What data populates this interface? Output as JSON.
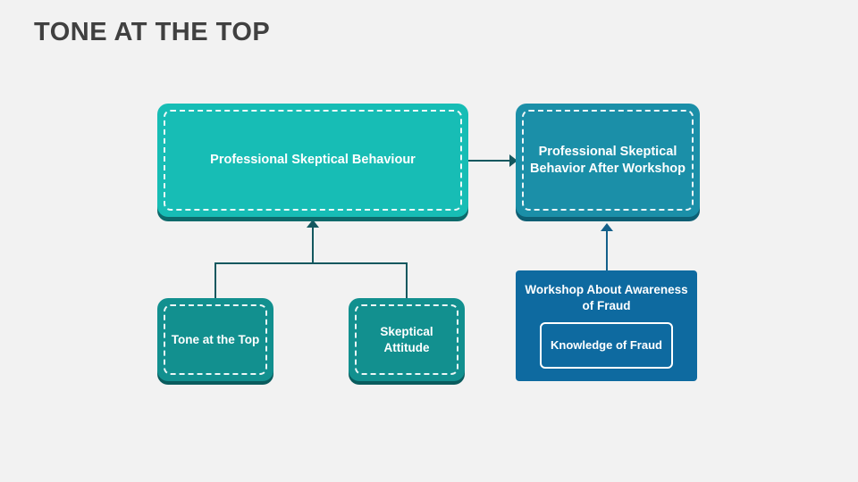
{
  "page": {
    "title": "TONE AT THE TOP",
    "background_color": "#f2f2f2",
    "title_color": "#404040"
  },
  "diagram": {
    "nodes": [
      {
        "id": "professional-skeptical-behaviour",
        "label": "Professional Skeptical Behaviour",
        "color": "#17bdb5",
        "shadow_color": "#0d6a6b"
      },
      {
        "id": "behavior-after-workshop",
        "label": "Professional Skeptical Behavior After Workshop",
        "color": "#1b8fa8",
        "shadow_color": "#0d5f74"
      },
      {
        "id": "tone-at-the-top",
        "label": "Tone at the Top",
        "color": "#12908f",
        "shadow_color": "#0a5c5e"
      },
      {
        "id": "skeptical-attitude",
        "label": "Skeptical Attitude",
        "color": "#12908f",
        "shadow_color": "#0a5c5e"
      },
      {
        "id": "workshop-about-fraud",
        "label": "Workshop About Awareness of Fraud",
        "color": "#0e6aa0",
        "inner_label": "Knowledge of Fraud"
      }
    ],
    "connectors": [
      {
        "from": "professional-skeptical-behaviour",
        "to": "behavior-after-workshop",
        "color": "#14585f"
      },
      {
        "from": "tone-at-the-top",
        "to": "professional-skeptical-behaviour",
        "color": "#14585f"
      },
      {
        "from": "skeptical-attitude",
        "to": "professional-skeptical-behaviour",
        "color": "#14585f"
      },
      {
        "from": "workshop-about-fraud",
        "to": "behavior-after-workshop",
        "color": "#14608a"
      }
    ]
  }
}
